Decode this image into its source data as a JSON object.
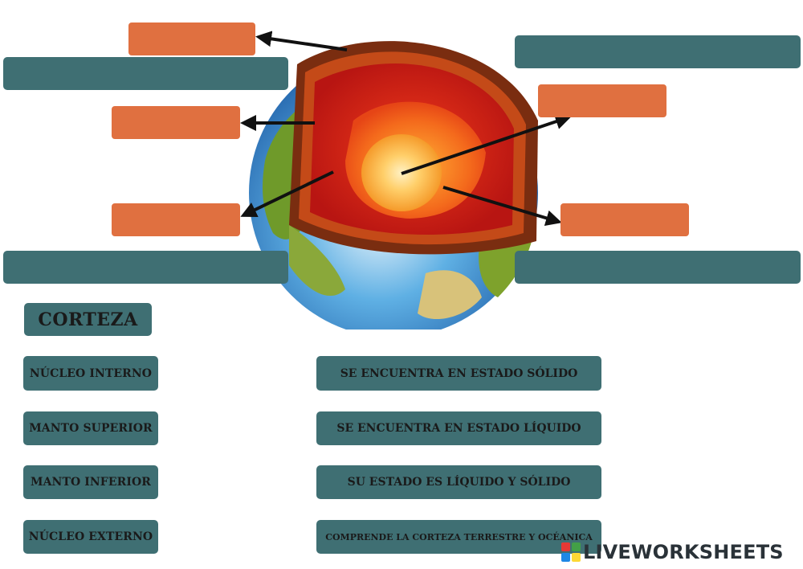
{
  "diagram": {
    "image_name": "earth-layers-cutaway"
  },
  "answer_slots": {
    "orange": [
      "",
      "",
      "",
      "",
      "",
      ""
    ],
    "teal": [
      "",
      "",
      "",
      ""
    ]
  },
  "draggable_labels": {
    "corteza": "CORTEZA",
    "nucleo_interno": "NÚCLEO INTERNO",
    "manto_superior": "MANTO SUPERIOR",
    "manto_inferior": "MANTO INFERIOR",
    "nucleo_externo": "NÚCLEO EXTERNO"
  },
  "draggable_descriptions": {
    "solido": "SE ENCUENTRA EN ESTADO SÓLIDO",
    "liquido": "SE ENCUENTRA EN ESTADO LÍQUIDO",
    "liquido_solido": "SU ESTADO ES LÍQUIDO Y SÓLIDO",
    "corteza_oceanica": "COMPRENDE LA CORTEZA TERRESTRE Y OCÉANICA"
  },
  "branding": {
    "logo_text": "LIVEWORKSHEETS",
    "logo_icon": "liveworksheets-logo-icon"
  },
  "colors": {
    "answer_box_orange": "#e07040",
    "card_teal": "#3f6f73",
    "arrow": "#111111"
  }
}
